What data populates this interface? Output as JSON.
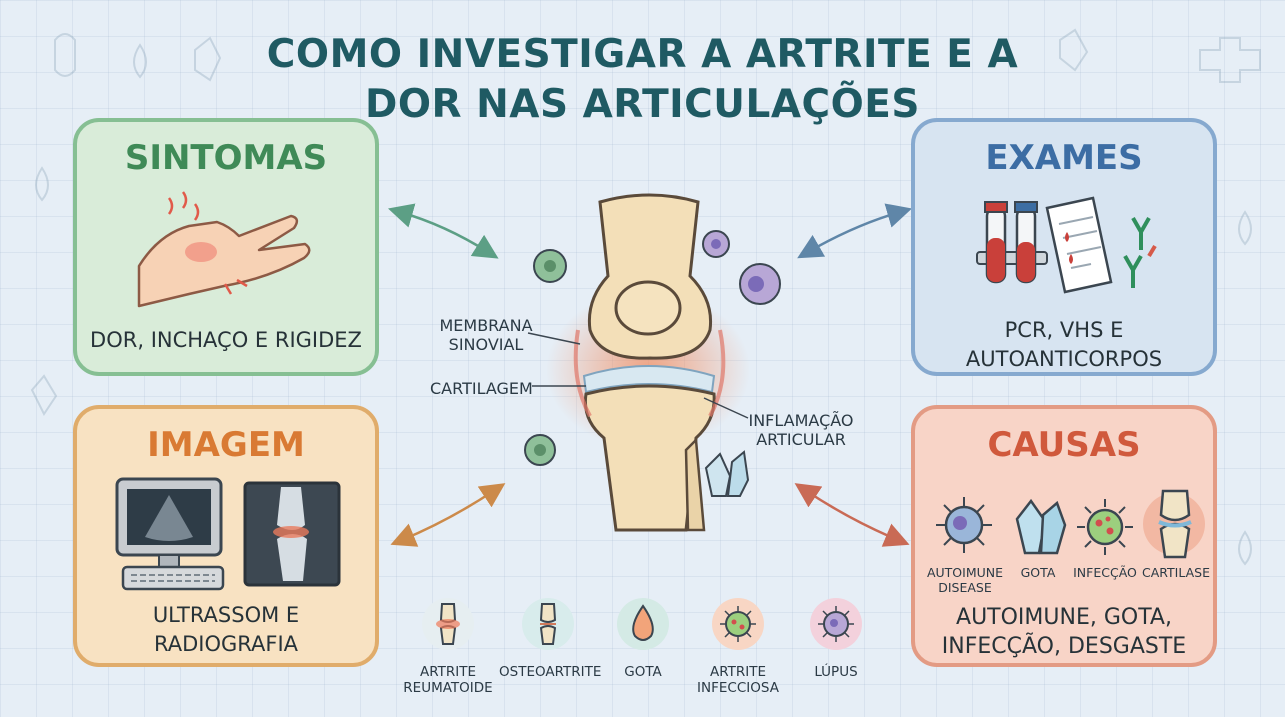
{
  "title": {
    "line1": "COMO INVESTIGAR A ARTRITE E A",
    "line2": "DOR NAS ARTICULAÇÕES"
  },
  "cards": {
    "sintomas": {
      "title": "SINTOMAS",
      "text": "DOR, INCHAÇO E RIGIDEZ",
      "icon": "hand-pain-icon"
    },
    "imagem": {
      "title": "IMAGEM",
      "line1": "ULTRASSOM E",
      "line2": "RADIOGRAFIA",
      "icon": "ultrasound-xray-icon"
    },
    "exames": {
      "title": "EXAMES",
      "line1": "PCR, VHS E",
      "line2": "AUTOANTICORPOS",
      "icon": "blood-test-icon"
    },
    "causas": {
      "title": "CAUSAS",
      "line1": "AUTOIMUNE, GOTA,",
      "line2": "INFECÇÃO, DESGASTE",
      "items": [
        {
          "label1": "AUTOIMUNE",
          "label2": "DISEASE",
          "icon": "virus-icon"
        },
        {
          "label1": "GOTA",
          "label2": "",
          "icon": "crystal-icon"
        },
        {
          "label1": "INFECÇÃO",
          "label2": "",
          "icon": "bacteria-icon"
        },
        {
          "label1": "CARTILASE",
          "label2": "",
          "icon": "knee-joint-icon"
        }
      ]
    }
  },
  "knee": {
    "labels": {
      "membrana1": "MEMBRANA",
      "membrana2": "SINOVIAL",
      "cartilagem": "CARTILAGEM",
      "inflamacao1": "INFLAMAÇÃO",
      "inflamacao2": "ARTICULAR"
    }
  },
  "diseases": [
    {
      "label1": "ARTRITE",
      "label2": "REUMATOIDE",
      "color": "#e6eef1",
      "icon": "inflamed-joint-icon"
    },
    {
      "label1": "OSTEOARTRITE",
      "label2": "",
      "color": "#d8ecec",
      "icon": "worn-joint-icon"
    },
    {
      "label1": "GOTA",
      "label2": "",
      "color": "#d4eae5",
      "icon": "uric-drop-icon"
    },
    {
      "label1": "ARTRITE",
      "label2": "INFECCIOSA",
      "color": "#f8d6c4",
      "icon": "bacteria-icon"
    },
    {
      "label1": "LÚPUS",
      "label2": "",
      "color": "#f3d1dc",
      "icon": "virus-icon"
    }
  ],
  "colors": {
    "title": "#1f5a63",
    "sintomas": "#3f8a57",
    "imagem": "#d97a33",
    "exames": "#3c6da4",
    "causas": "#d0593c"
  }
}
